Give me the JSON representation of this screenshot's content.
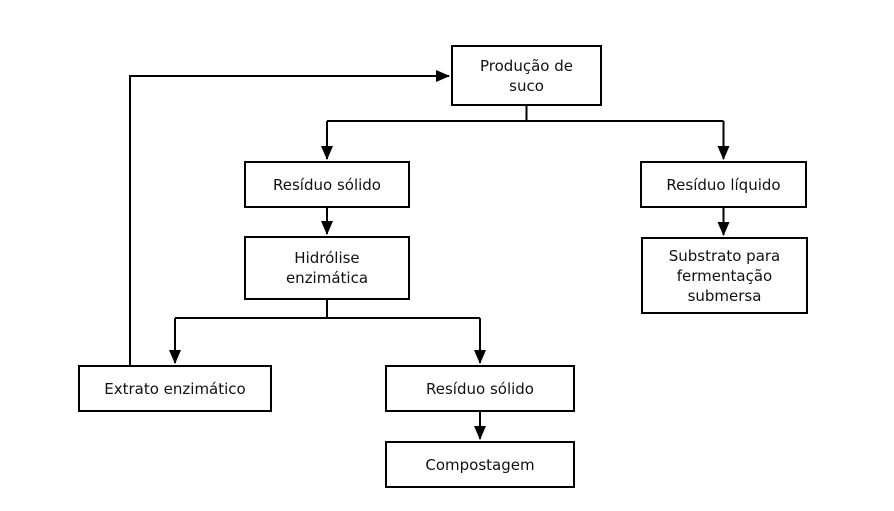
{
  "diagram": {
    "type": "flowchart",
    "background_color": "#ffffff",
    "box_fill_color": "#ffffff",
    "box_border_color": "#000000",
    "arrow_color": "#000000",
    "text_color": "#111111",
    "nodes": {
      "producao": {
        "label": "Produção de\nsuco"
      },
      "residuo_solido_1": {
        "label": "Resíduo sólido"
      },
      "residuo_liquido": {
        "label": "Resíduo líquido"
      },
      "hidrolise": {
        "label": "Hidrólise\nenzimática"
      },
      "substrato": {
        "label": "Substrato para\nfermentação\nsubmersa"
      },
      "extrato": {
        "label": "Extrato enzimático"
      },
      "residuo_solido_2": {
        "label": "Resíduo sólido"
      },
      "compostagem": {
        "label": "Compostagem"
      }
    },
    "edges": [
      {
        "from": "producao",
        "to": "residuo_solido_1"
      },
      {
        "from": "producao",
        "to": "residuo_liquido"
      },
      {
        "from": "residuo_solido_1",
        "to": "hidrolise"
      },
      {
        "from": "residuo_liquido",
        "to": "substrato"
      },
      {
        "from": "hidrolise",
        "to": "extrato"
      },
      {
        "from": "hidrolise",
        "to": "residuo_solido_2"
      },
      {
        "from": "residuo_solido_2",
        "to": "compostagem"
      },
      {
        "from": "extrato",
        "to": "producao"
      }
    ]
  }
}
